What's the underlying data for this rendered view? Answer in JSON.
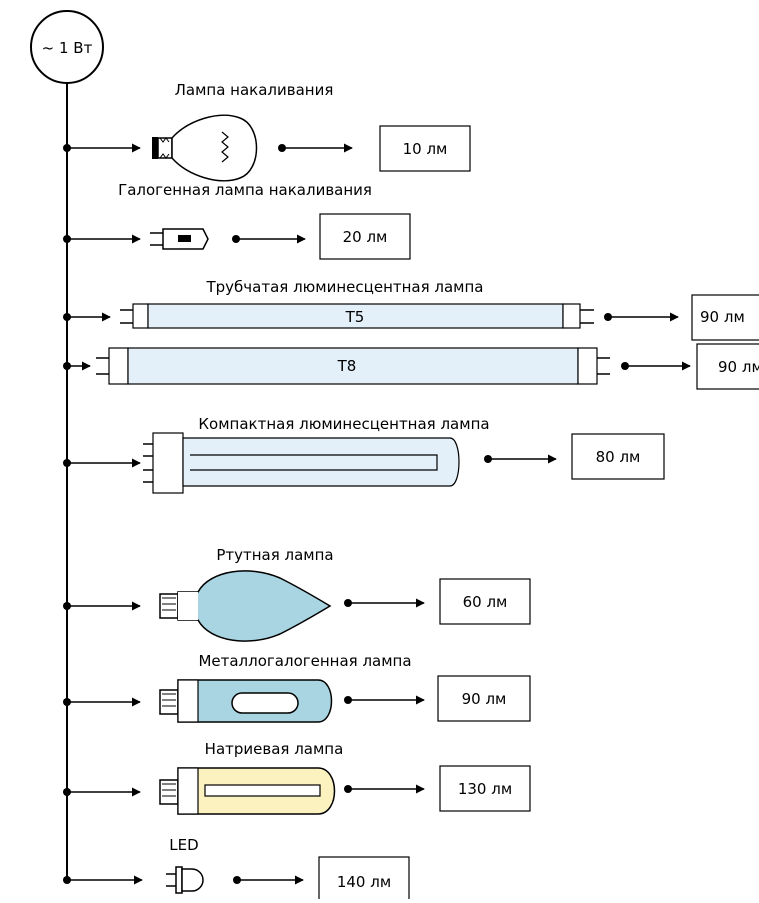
{
  "source": {
    "label": "~ 1 Вт"
  },
  "lamps": [
    {
      "name": "Лампа накаливания",
      "output": "10 лм"
    },
    {
      "name": "Галогенная лампа накаливания",
      "output": "20 лм"
    },
    {
      "name": "Трубчатая люминесцентная лампа",
      "output": ""
    },
    {
      "name": "T5",
      "output": "90 лм"
    },
    {
      "name": "T8",
      "output": "90 лм"
    },
    {
      "name": "Компактная люминесцентная лампа",
      "output": "80 лм"
    },
    {
      "name": "Ртутная лампа",
      "output": "60 лм"
    },
    {
      "name": "Металлогалогенная лампа",
      "output": "90 лм"
    },
    {
      "name": "Натриевая лампа",
      "output": "130 лм"
    },
    {
      "name": "LED",
      "output": "140 лм"
    }
  ],
  "colors": {
    "tube": "#e3f0fa",
    "mercury": "#a9d5e2",
    "metal_halide": "#a9d5e2",
    "sodium": "#fbf2c0",
    "line": "#000000"
  }
}
